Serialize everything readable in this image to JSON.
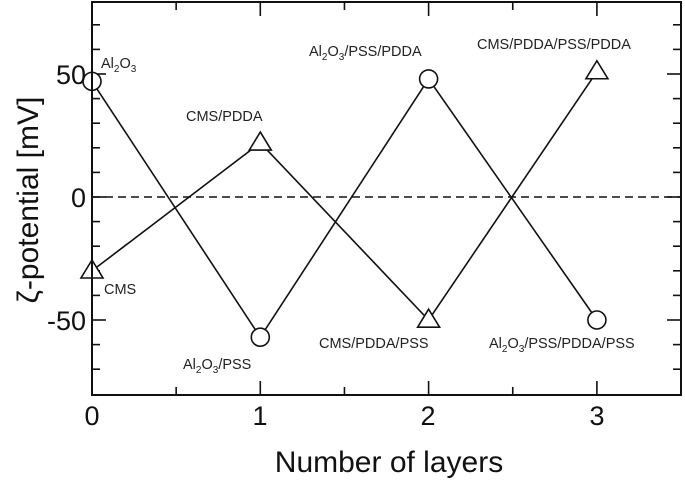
{
  "chart_data": {
    "type": "line",
    "title": "",
    "xlabel": "Number of layers",
    "ylabel": "ζ-potential [mV]",
    "xlim": [
      0,
      3.5
    ],
    "ylim": [
      -80,
      80
    ],
    "x_ticks": [
      0,
      1,
      2,
      3
    ],
    "x_minor_ticks": [
      0.5,
      1.5,
      2.5
    ],
    "y_ticks": [
      -50,
      0,
      50
    ],
    "y_minor_step": 10,
    "grid": false,
    "zero_line": {
      "y": 0,
      "style": "dashed"
    },
    "x": [
      0,
      1,
      2,
      3
    ],
    "series": [
      {
        "name": "Al2O3 series",
        "marker": "circle",
        "values": [
          47,
          -57,
          48,
          -50
        ],
        "point_labels": [
          "Al2O3",
          "Al2O3/PSS",
          "Al2O3/PSS/PDDA",
          "Al2O3/PSS/PDDA/PSS"
        ]
      },
      {
        "name": "CMS series",
        "marker": "triangle",
        "values": [
          -30,
          22,
          -50,
          51
        ],
        "point_labels": [
          "CMS",
          "CMS/PDDA",
          "CMS/PDDA/PSS",
          "CMS/PDDA/PSS/PDDA"
        ]
      }
    ]
  },
  "axes": {
    "x_tick_labels": [
      "0",
      "1",
      "2",
      "3"
    ],
    "y_tick_labels": [
      "50",
      "0",
      "-50"
    ],
    "xlabel": "Number of layers",
    "ylabel": "ζ-potential [mV]"
  },
  "annotations": {
    "al2o3": {
      "a": "Al",
      "s1": "2",
      "b": "O",
      "s2": "3",
      "rest": ""
    },
    "al2o3_pss": {
      "a": "Al",
      "s1": "2",
      "b": "O",
      "s2": "3",
      "rest": "/PSS"
    },
    "al2o3_pss_pdda": {
      "a": "Al",
      "s1": "2",
      "b": "O",
      "s2": "3",
      "rest": "/PSS/PDDA"
    },
    "al2o3_pss_pdda_pss": {
      "a": "Al",
      "s1": "2",
      "b": "O",
      "s2": "3",
      "rest": "/PSS/PDDA/PSS"
    },
    "cms": "CMS",
    "cms_pdda": "CMS/PDDA",
    "cms_pdda_pss": "CMS/PDDA/PSS",
    "cms_pdda_pss_pdda": "CMS/PDDA/PSS/PDDA"
  }
}
